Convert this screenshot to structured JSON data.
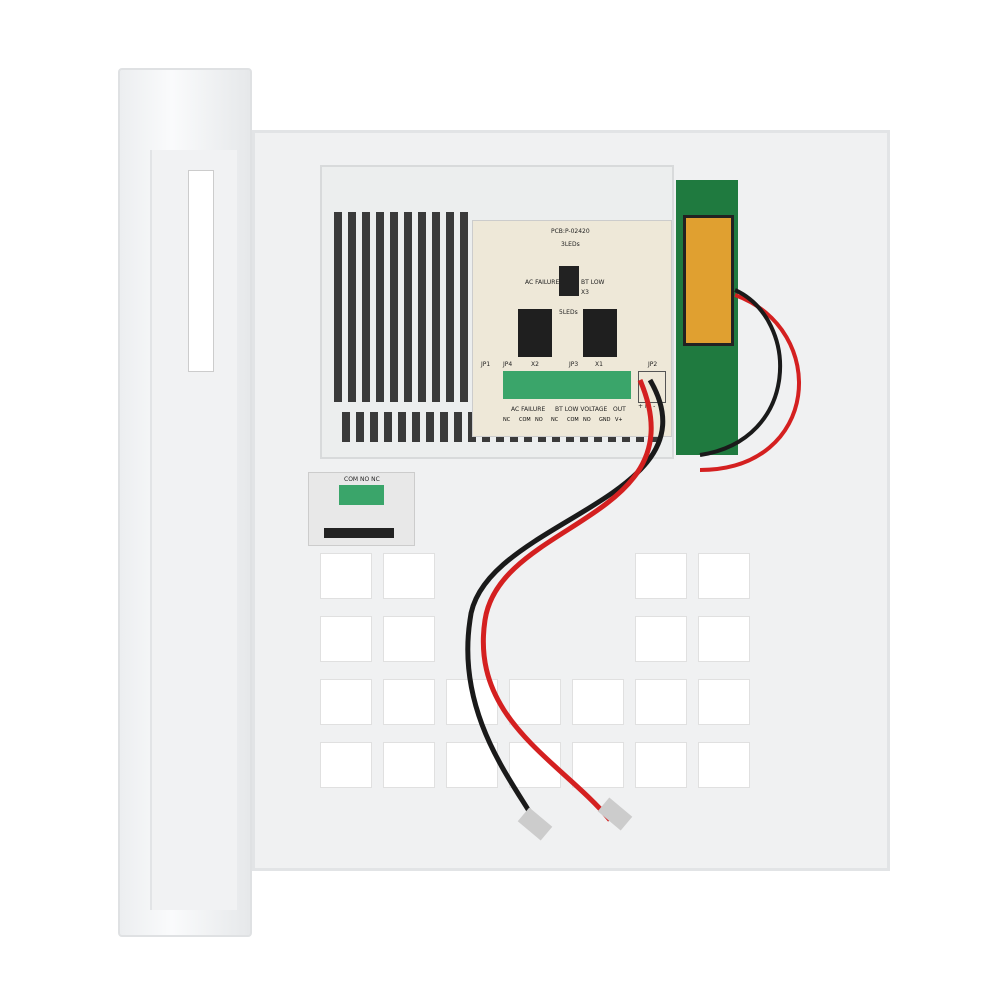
{
  "pcb": {
    "part": "PCB:P-02420",
    "led3": "3LEDs",
    "led5": "5LEDs",
    "jumper_left": "AC FAILURE",
    "jumper_right": "BT LOW",
    "jumper_id": "X3",
    "relays": [
      "X2",
      "X1"
    ],
    "connectors": [
      "JP1",
      "JP4",
      "JP3",
      "JP2"
    ],
    "groups": [
      "AC FAILURE",
      "BT LOW VOLTAGE",
      "OUT"
    ],
    "terminals": [
      "NC",
      "COM",
      "NO",
      "NC",
      "COM",
      "NO",
      "GND",
      "V+"
    ],
    "input": "+ IN -"
  },
  "tamper": {
    "terminals": "COM NO NC"
  },
  "colors": {
    "housing": "#f0f1f2",
    "pcb_green": "#1f7a3f",
    "terminal_green": "#3aa56a",
    "wire_red": "#d42020",
    "wire_black": "#1a1a1a"
  }
}
